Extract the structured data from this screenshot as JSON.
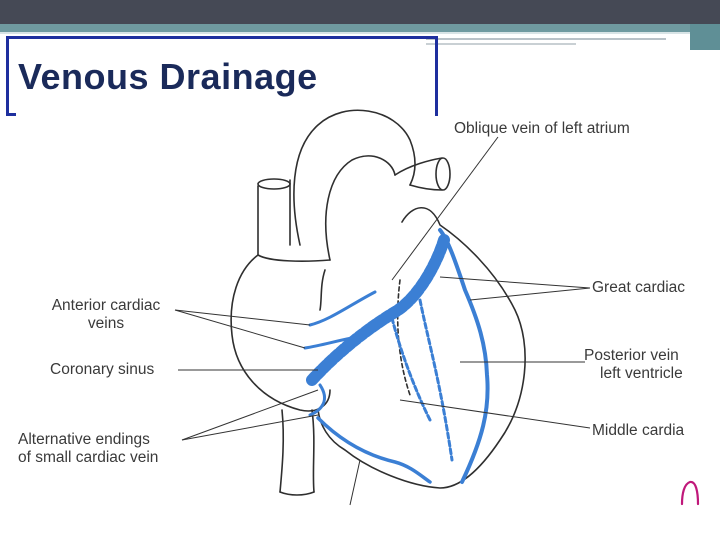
{
  "slide": {
    "title": "Venous Drainage"
  },
  "labels": {
    "oblique_vein": "Oblique vein of left atrium",
    "great_cardiac": "Great cardiac",
    "anterior_cardiac_line1": "Anterior cardiac",
    "anterior_cardiac_line2": "veins",
    "coronary_sinus": "Coronary sinus",
    "posterior_vein_line1": "Posterior vein",
    "posterior_vein_line2": "left ventricle",
    "alternative_endings_line1": "Alternative endings",
    "alternative_endings_line2": "of small cardiac vein",
    "middle_cardiac": "Middle cardia"
  },
  "colors": {
    "title": "#1a2a5a",
    "frame": "#1e2f9e",
    "vein": "#3b7fd4",
    "outline": "#2f2f2f",
    "mark": "#c0187a"
  }
}
